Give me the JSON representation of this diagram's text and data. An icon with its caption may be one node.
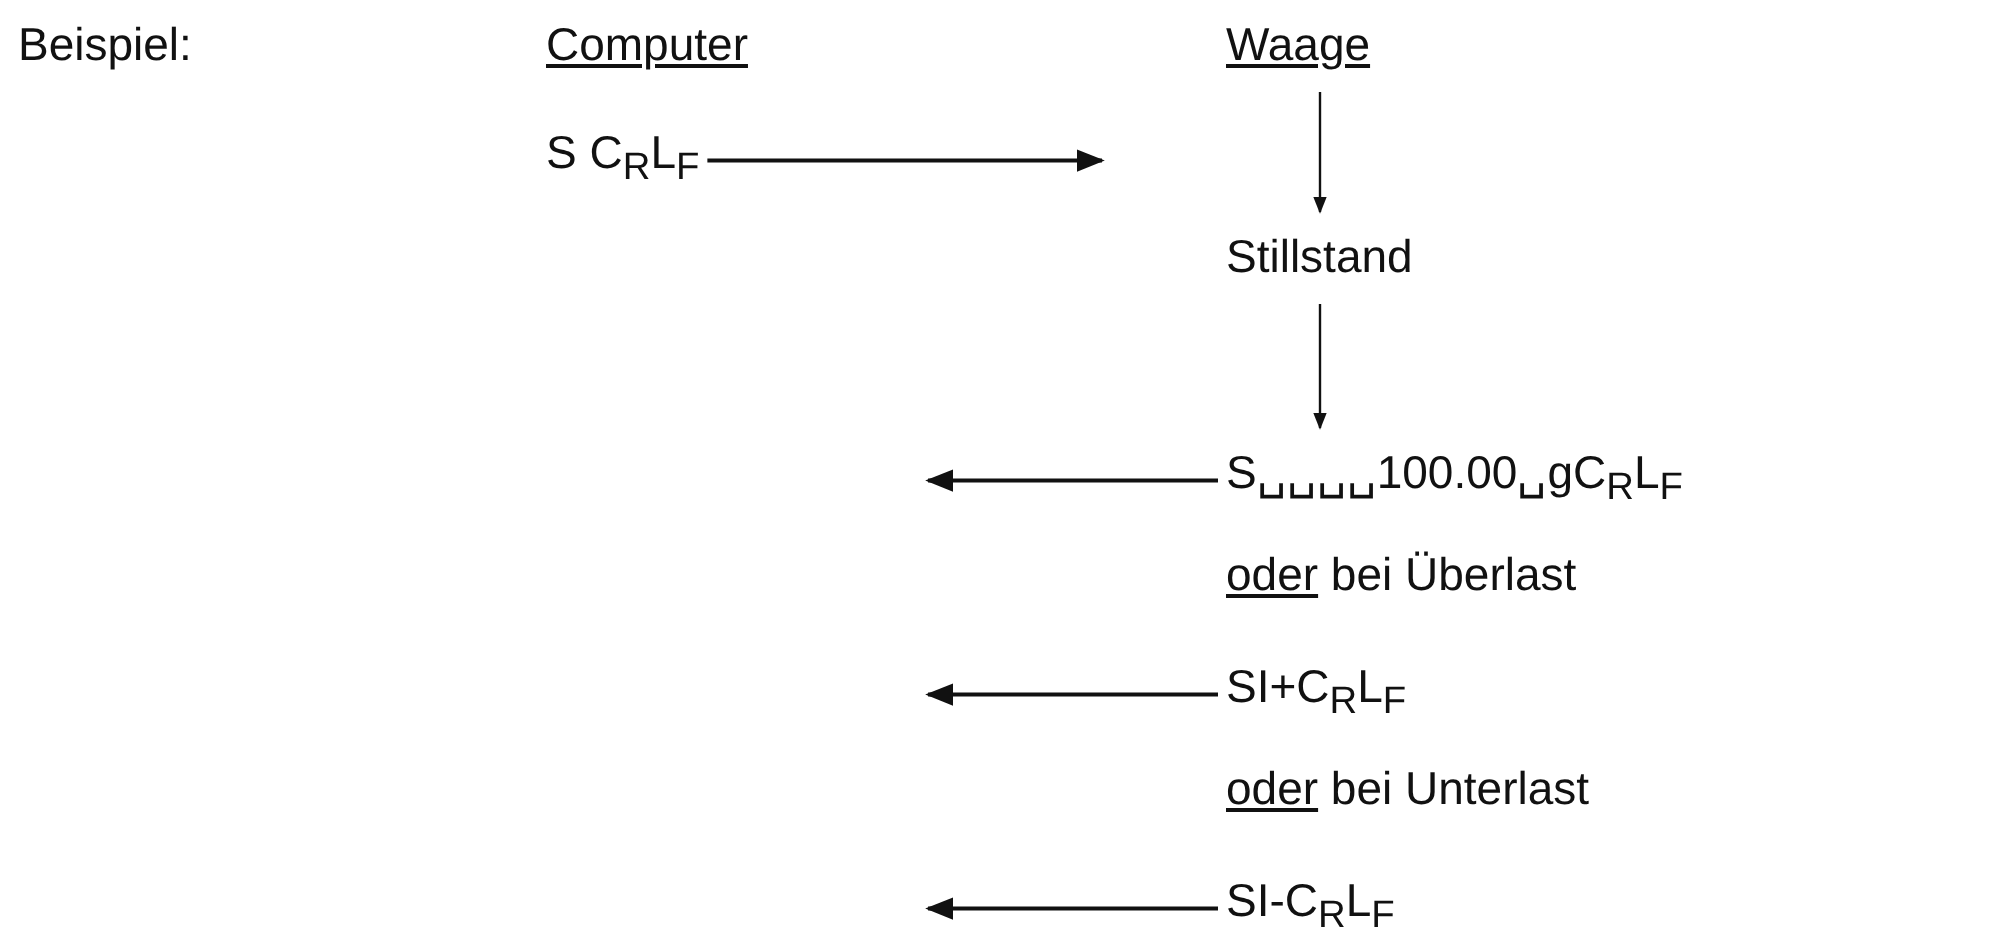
{
  "diagram": {
    "nodes": [
      {
        "text": [
          "Computer"
        ]
      },
      {
        "text": [
          "Waage"
        ]
      },
      {
        "text": [
          "S C$_{R}$L$_{F}$"
        ]
      },
      {
        "text": [
          "Stillstand"
        ]
      },
      {
        "text": [
          "S␣␣␣␣100.00␣gC$_{R}$L$_{F}$"
        ]
      },
      {
        "text": [
          "SI+C$_{R}$L$_{F}$"
        ]
      },
      {
        "text": [
          "SI-C$_{R}$L$_{F}$"
        ]
      }
    ],
    "edges": [
      {
        "from": 2,
        "to": null,
        "arrow": "to"
      },
      {
        "from": 1,
        "to": 3,
        "arrow": "to"
      },
      {
        "from": 3,
        "to": 4,
        "arrow": "to"
      },
      {
        "from": 4,
        "to": null,
        "arrow": "to"
      },
      {
        "from": 5,
        "to": null,
        "arrow": "to"
      },
      {
        "from": 6,
        "to": null,
        "arrow": "to"
      }
    ],
    "labels": [
      "Beispiel:",
      "oder bei Überlast",
      "oder bei Unterlast"
    ]
  }
}
